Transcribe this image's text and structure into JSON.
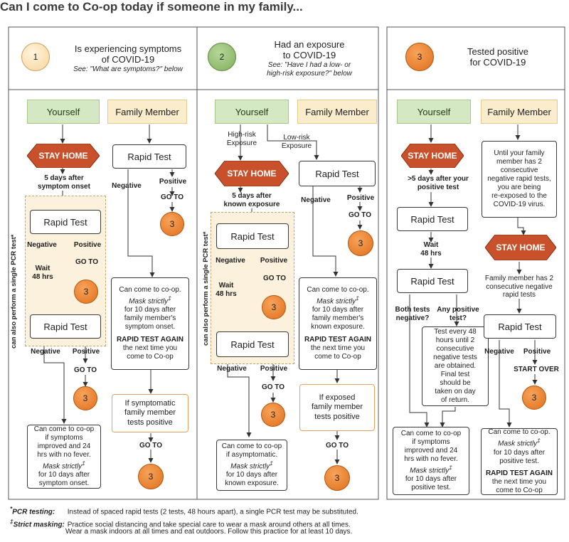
{
  "title": "Can I come to Co-op today if someone in my family...",
  "col1": {
    "num": "1",
    "header": "Is experiencing symptoms\nof COVID-19",
    "see": "See: \"What are symptoms?\" below",
    "yourself": "Yourself",
    "family": "Family Member",
    "stay_home": "STAY HOME",
    "after": "5 days after\nsymptom onset",
    "rapid1": "Rapid Test",
    "rapid2": "Rapid Test",
    "negative": "Negative",
    "positive": "Positive",
    "goto": "GO TO",
    "wait": "Wait\n48 hrs",
    "pcr_label": "can also perform a single PCR test*",
    "res_num": "3",
    "final_1": "Can come to co-op\nif symptoms\nimproved and 24\nhrs with no fever.",
    "final_2": "Mask strictly",
    "final_3": "for 10 days after\nsymptom onset.",
    "fam_rapid": "Rapid Test",
    "fam_info_1": "Can come to co-op.",
    "fam_info_2": "Mask strictly",
    "fam_info_3": "for 10 days after\nfamily member's\nsymptom onset.",
    "fam_info_bold": "RAPID TEST AGAIN",
    "fam_info_4": "the next time you\ncome to Co-op",
    "fam_if": "If symptomatic\nfamily member\ntests positive"
  },
  "col2": {
    "num": "2",
    "header": "Had an exposure\nto COVID-19",
    "see": "See: \"Have I had a low- or\nhigh-risk exposure?\" below",
    "yourself": "Yourself",
    "family": "Family Member",
    "high_risk": "High-risk\nExposure",
    "low_risk": "Low-risk\nExposure",
    "stay_home": "STAY HOME",
    "after": "5 days after\nknown exposure",
    "rapid1": "Rapid Test",
    "rapid2": "Rapid Test",
    "rapid_low": "Rapid Test",
    "negative": "Negative",
    "positive": "Positive",
    "goto": "GO TO",
    "wait": "Wait\n48 hrs",
    "pcr_label": "can also perform a single PCR test*",
    "res_num": "3",
    "final_1": "Can come to co-op\nif asymptomatic.",
    "final_2": "Mask strictly",
    "final_3": "for 10 days after\nknown exposure.",
    "fam_info_1": "Can come to co-op.",
    "fam_info_2": "Mask strictly",
    "fam_info_3": "for 10 days after\nfamily member's\nknown exposure.",
    "fam_info_bold": "RAPID TEST AGAIN",
    "fam_info_4": "the next time you\ncome to Co-op",
    "fam_if": "If exposed\nfamily member\ntests positive"
  },
  "col3": {
    "num": "3",
    "header": "Tested positive\nfor COVID-19",
    "yourself": "Yourself",
    "family": "Family Member",
    "stay_home": "STAY HOME",
    "after": ">5 days after your\npositive test",
    "rapid1": "Rapid Test",
    "wait": "Wait\n48 hrs",
    "rapid2": "Rapid Test",
    "both_neg": "Both tests\nnegative?",
    "any_pos": "Any positive\ntest?",
    "every48": "Test every 48\nhours until 2\nconsecutive\nnegative tests\nare obtained.\nFinal test\nshould be\ntaken on day\nof return.",
    "final_1": "Can come to co-op\nif symptoms\nimproved and 24\nhrs with no fever.",
    "final_2": "Mask strictly",
    "final_3": "for 10 days after\npositive test.",
    "fam_until": "Until your family\nmember has 2\nconsecutive\nnegative rapid tests,\nyou are being\nre-exposed to the\nCOVID-19 virus.",
    "fam_stay": "STAY HOME",
    "fam_two": "Family member has 2\nconsecutive negative\nrapid tests",
    "fam_rapid": "Rapid Test",
    "negative": "Negative",
    "positive": "Positive",
    "start_over": "START OVER",
    "res_num": "3",
    "fam_info_1": "Can come to co-op.",
    "fam_info_2": "Mask strictly",
    "fam_info_3": "for 10 days after\npositive test.",
    "fam_info_bold": "RAPID TEST AGAIN",
    "fam_info_4": "the next time you\ncome to Co-op"
  },
  "footnotes": {
    "pcr_label": "PCR testing:",
    "pcr_text": "Instead of spaced rapid tests (2 tests, 48 hours apart), a single PCR test may be substituted.",
    "mask_label": "Strict masking:",
    "mask_text_1": "Practice social distancing and take special care to wear a mask around others at all times.",
    "mask_text_2": "Wear a mask indoors at all times and eat outdoors. Follow this practice for at least 10 days."
  },
  "colors": {
    "stop": "#c8502a",
    "orange": "#e67a25",
    "green_box": "#d5e8c4",
    "cream_box": "#fbeccc"
  }
}
